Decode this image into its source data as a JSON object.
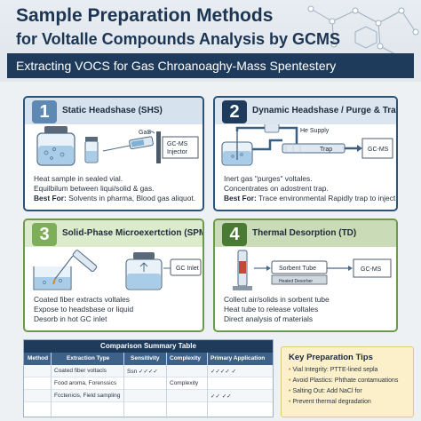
{
  "header": {
    "title_line1": "Sample Preparation Methods",
    "title_line2": "for Voltalle Compounds Analysis by GCMS",
    "subtitle": "Extracting VOCS for Gas Chroanoaghy-Mass Spentestery"
  },
  "panels": [
    {
      "number": "1",
      "title": "Static Headshase (SHS)",
      "labels": {
        "gas": "GaS",
        "instrument_line1": "GC-MS",
        "instrument_line2": "Injector"
      },
      "desc": [
        "Heat sample in sealed vial.",
        "Equilbilum between liqui/solid & gas."
      ],
      "best_for_label": "Best For:",
      "best_for": "Solvents in pharma, Blood gas aliquot."
    },
    {
      "number": "2",
      "title": "Dynamic Headshase / Purge & Trap (P&T)",
      "labels": {
        "supply": "He Supply",
        "trap": "Trap",
        "instrument": "GC-MS"
      },
      "desc": [
        "Inert gas \"purges\" voltales.",
        "Concentrates on adostrent trap."
      ],
      "best_for_label": "Best For:",
      "best_for": "Trace environmental Rapidly trap to inject"
    },
    {
      "number": "3",
      "title": "Solid-Phase Microexertction (SPME",
      "labels": {
        "inlet": "GC Inlet"
      },
      "desc": [
        "Coated fiber extracts voltales",
        "Expose to headsbase or liquid",
        "Desorb in hot GC inlet"
      ]
    },
    {
      "number": "4",
      "title": "Thermal Desorption (TD)",
      "labels": {
        "tube": "Sorbent Tube",
        "desorber": "Heated Desorber",
        "instrument": "GC-MS"
      },
      "desc": [
        "Collect air/solids in sorbent tube",
        "Heat tube to release voltales",
        "Direct analysis of materials"
      ]
    }
  ],
  "comparison": {
    "title": "Comparison Summary Table",
    "headers": [
      "Method",
      "Extraction Type",
      "Sensitivity",
      "Complexity",
      "Primary Application"
    ],
    "rows": [
      {
        "extraction": "Coated fiber voltacls",
        "sensitivity": "Ssn ✓✓✓✓",
        "complexity": "",
        "application": "✓✓✓✓ ✓"
      },
      {
        "extraction": "Food aroma, Forenssics",
        "sensitivity": "",
        "complexity": "Complexity",
        "application": ""
      },
      {
        "extraction": "Fcctenicis, Field sampling",
        "sensitivity": "",
        "complexity": "",
        "application": "✓✓ ✓✓"
      }
    ]
  },
  "tips": {
    "title": "Key Preparation Tips",
    "items": [
      "Vial Integrity: PTTE-lined sepla",
      "Avoid Plastics: Phthate contamuations",
      "Salting Out: Add NaCl for",
      "Prevent thermal degradation"
    ]
  },
  "colors": {
    "navy": "#1e3b5c",
    "blue": "#5d89b3",
    "green": "#7fae5a",
    "dark_green": "#4b7a35",
    "tip_bg": "#fbf0c9"
  }
}
